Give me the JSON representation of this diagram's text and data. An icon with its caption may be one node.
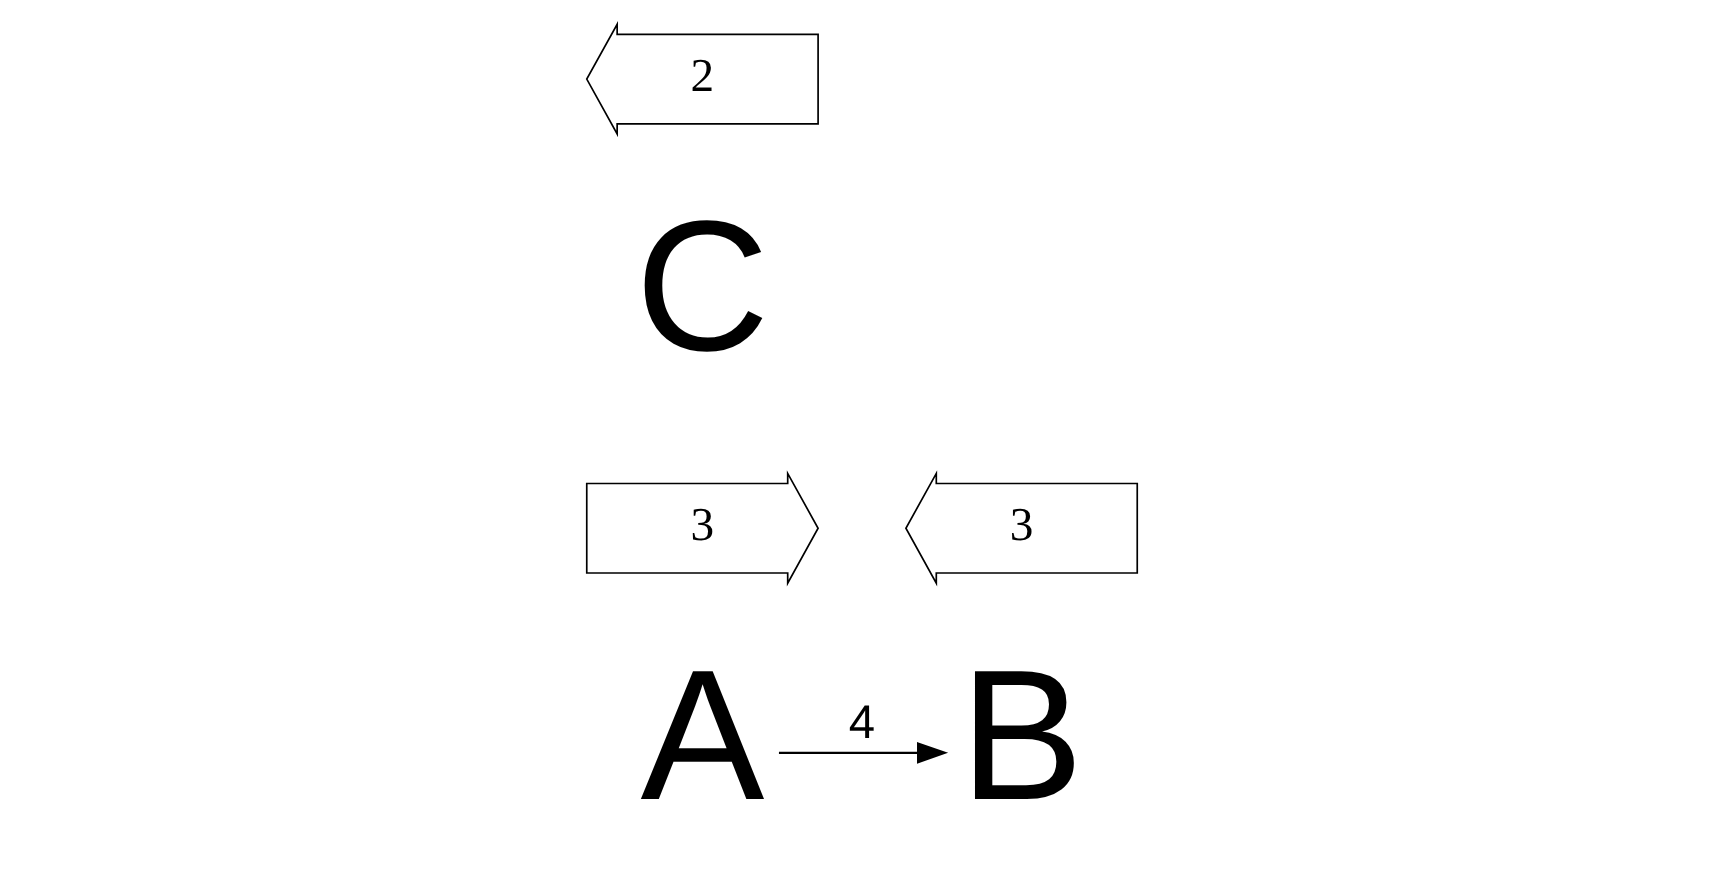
{
  "diagram": {
    "nodes": [
      {
        "text": [
          "A"
        ]
      },
      {
        "text": [
          "B"
        ]
      },
      {
        "text": [
          "3"
        ]
      },
      {
        "text": [
          "C"
        ]
      },
      {
        "text": [
          "3"
        ]
      },
      {
        "text": [
          "2"
        ]
      }
    ],
    "edges": [
      {
        "from": 0,
        "to": 1,
        "arrow": "to",
        "label": "4"
      }
    ]
  }
}
